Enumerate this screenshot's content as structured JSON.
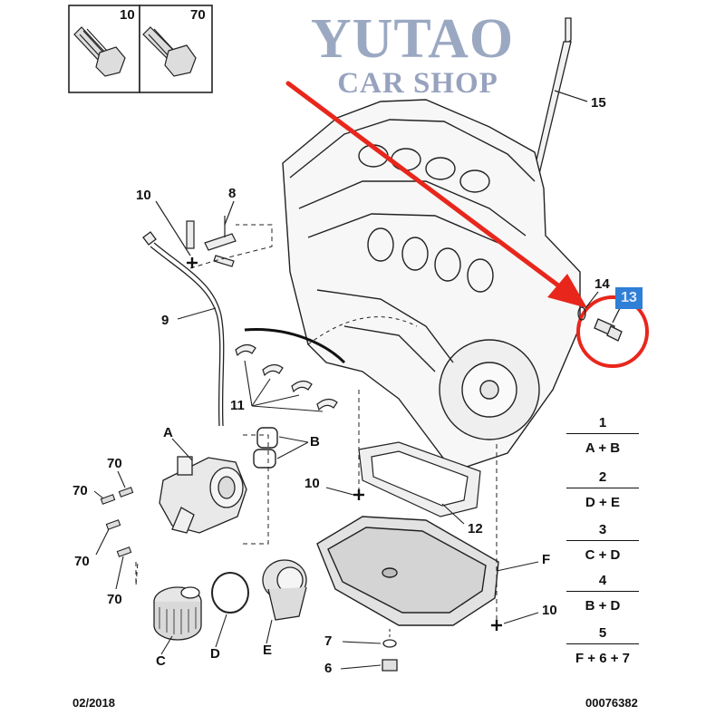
{
  "watermark": {
    "line1": "YUTAO",
    "line2": "CAR SHOP"
  },
  "fastener_boxes": [
    {
      "number": "10"
    },
    {
      "number": "70"
    }
  ],
  "callouts": {
    "n15": "15",
    "n14": "14",
    "n13": "13",
    "n10_top": "10",
    "n8": "8",
    "n9": "9",
    "n11": "11",
    "nA": "A",
    "nB": "B",
    "n70_a": "70",
    "n70_b": "70",
    "n70_c": "70",
    "n70_d": "70",
    "n10_mid": "10",
    "n12": "12",
    "nF": "F",
    "n10_low": "10",
    "n7": "7",
    "n6": "6",
    "nC": "C",
    "nD": "D",
    "nE": "E"
  },
  "legend": [
    {
      "number": "1",
      "parts": "A + B"
    },
    {
      "number": "2",
      "parts": "D + E"
    },
    {
      "number": "3",
      "parts": "C + D"
    },
    {
      "number": "4",
      "parts": "B + D"
    },
    {
      "number": "5",
      "parts": "F + 6 + 7"
    }
  ],
  "footer": {
    "date": "02/2018",
    "reference": "00076382"
  },
  "colors": {
    "highlight_red": "#e8261c",
    "badge_blue": "#2f7fd6",
    "line": "#111111"
  },
  "icons": {
    "arrow": "red-arrow-icon",
    "circle": "red-circle-icon"
  }
}
